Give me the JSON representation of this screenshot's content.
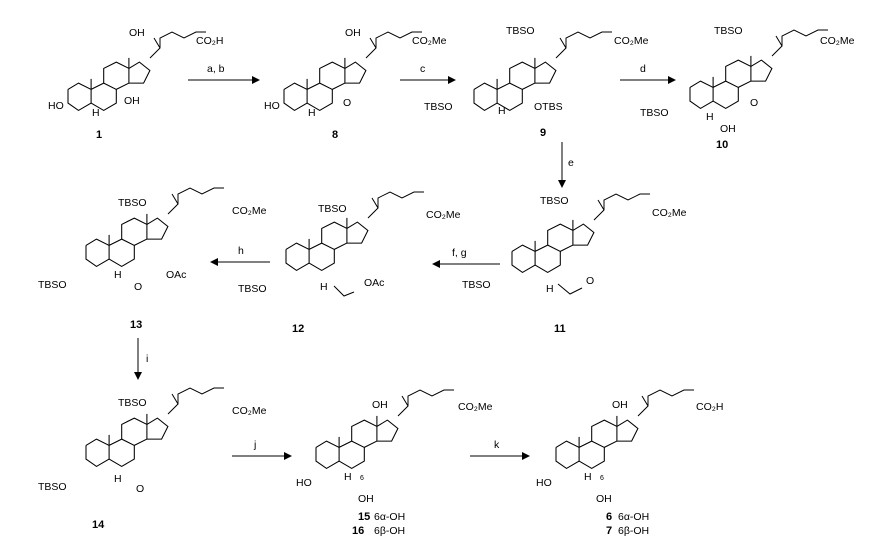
{
  "reagents": {
    "ab": "a, b",
    "c": "c",
    "d": "d",
    "e": "e",
    "fg": "f, g",
    "h": "h",
    "i": "i",
    "j": "j",
    "k": "k"
  },
  "compounds": {
    "c1": {
      "number": "1"
    },
    "c8": {
      "number": "8"
    },
    "c9": {
      "number": "9"
    },
    "c10": {
      "number": "10"
    },
    "c11": {
      "number": "11"
    },
    "c12": {
      "number": "12"
    },
    "c13": {
      "number": "13"
    },
    "c14": {
      "number": "14"
    },
    "c15": {
      "number": "15",
      "desc": "6α-OH"
    },
    "c16": {
      "number": "16",
      "desc": "6β-OH"
    },
    "c6": {
      "number": "6",
      "desc": "6α-OH"
    },
    "c7": {
      "number": "7",
      "desc": "6β-OH"
    }
  },
  "atoms": {
    "oh": "OH",
    "ho": "HO",
    "h": "H",
    "otbs": "OTBS",
    "tbso": "TBSO",
    "oac": "OAc",
    "o": "O",
    "co2h": "CO₂H",
    "co2me": "CO₂Me",
    "six": "6"
  }
}
